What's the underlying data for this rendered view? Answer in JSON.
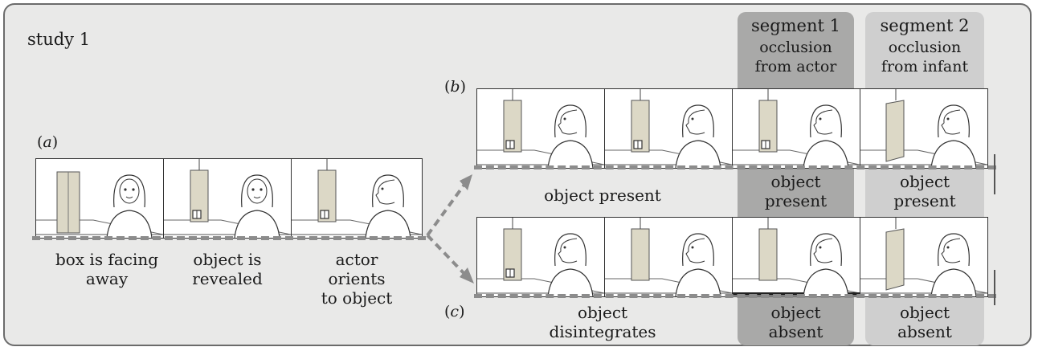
{
  "figure": {
    "study_label": "study 1",
    "segment1": {
      "title": "segment 1",
      "line1": "occlusion",
      "line2": "from actor"
    },
    "segment2": {
      "title": "segment 2",
      "line1": "occlusion",
      "line2": "from infant"
    },
    "panel_a": {
      "label_letter": "a",
      "captions": [
        [
          "box is facing",
          "away"
        ],
        [
          "object is",
          "revealed"
        ],
        [
          "actor",
          "orients",
          "to object"
        ]
      ]
    },
    "panel_b": {
      "label_letter": "b",
      "caption": "object present",
      "seg1_caption": [
        "object",
        "present"
      ],
      "seg2_caption": [
        "object",
        "present"
      ]
    },
    "panel_c": {
      "label_letter": "c",
      "caption": [
        "object",
        "disintegrates"
      ],
      "seg1_caption": [
        "object",
        "absent"
      ],
      "seg2_caption": [
        "object",
        "absent"
      ]
    }
  },
  "colors": {
    "background": "#e9e9e8",
    "segment1_band": "#a9a9a8",
    "segment2_band": "#cfcfcf",
    "dash": "#8c8c8c",
    "box": "#dcd8c6"
  }
}
